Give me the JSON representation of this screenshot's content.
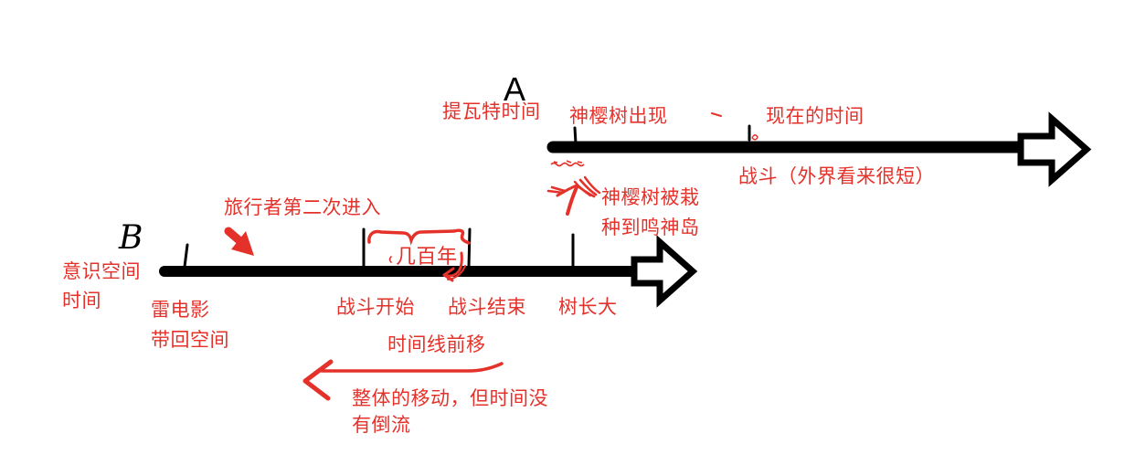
{
  "colors": {
    "background": "#ffffff",
    "ink_black": "#000000",
    "annotation_red": "#e4322b"
  },
  "timeline_a": {
    "handwritten_letter": "A",
    "axis_label": "提瓦特时间",
    "tick_sakura_label": "神樱树出现",
    "tick_now_label": "现在的时间",
    "battle_note": "战斗（外界看来很短）",
    "sakura_planted_line1": "神樱树被栽",
    "sakura_planted_line2": "种到鸣神岛"
  },
  "timeline_b": {
    "handwritten_letter": "B",
    "axis_label_line1": "意识空间",
    "axis_label_line2": "时间",
    "traveler_note": "旅行者第二次进入",
    "origin_label_line1": "雷电影",
    "origin_label_line2": "带回空间",
    "battle_start_label": "战斗开始",
    "battle_end_label": "战斗结束",
    "tree_grown_label": "树长大",
    "brace_label": "几百年",
    "shift_label": "时间线前移",
    "move_note_line1": "整体的移动，但时间没",
    "move_note_line2": "有倒流"
  }
}
